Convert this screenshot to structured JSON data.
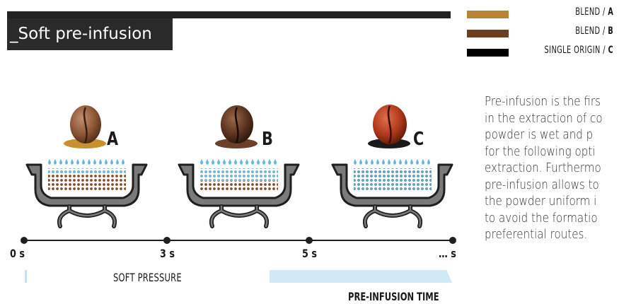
{
  "title": "_Soft pre-infusion",
  "legend": [
    {
      "prefix": "BLEND / ",
      "letter": "A",
      "color": "#b88434"
    },
    {
      "prefix": "BLEND  / ",
      "letter": "B",
      "color": "#6b3f1f"
    },
    {
      "prefix": "SINGLE ORIGIN / ",
      "letter": "C",
      "color": "#000000"
    }
  ],
  "description": [
    "Pre-infusion is the firs",
    "in the extraction of co",
    "powder is wet and p",
    "for the following opti",
    "extraction. Furthermo",
    "pre-infusion allows to",
    "the powder uniform i",
    "to avoid the formatio",
    "preferential routes."
  ],
  "stations": [
    {
      "letter": "A",
      "plate_color": "#c8902f",
      "bean_color": "#8a5a3a"
    },
    {
      "letter": "B",
      "plate_color": "#6b3f2a",
      "bean_color": "#5a3220"
    },
    {
      "letter": "C",
      "plate_color": "#1a1a1a",
      "bean_color": "#b03a1a"
    }
  ],
  "timeline": {
    "ticks": [
      "0 s",
      "3 s",
      "5 s",
      "… s"
    ],
    "soft_pressure_label": "SOFT PRESSURE",
    "preinfusion_label": "PRE-INFUSION TIME"
  },
  "colors": {
    "water": "#5fb5e0",
    "metal": "#7a7a7a",
    "dark": "#1f1f1f"
  }
}
